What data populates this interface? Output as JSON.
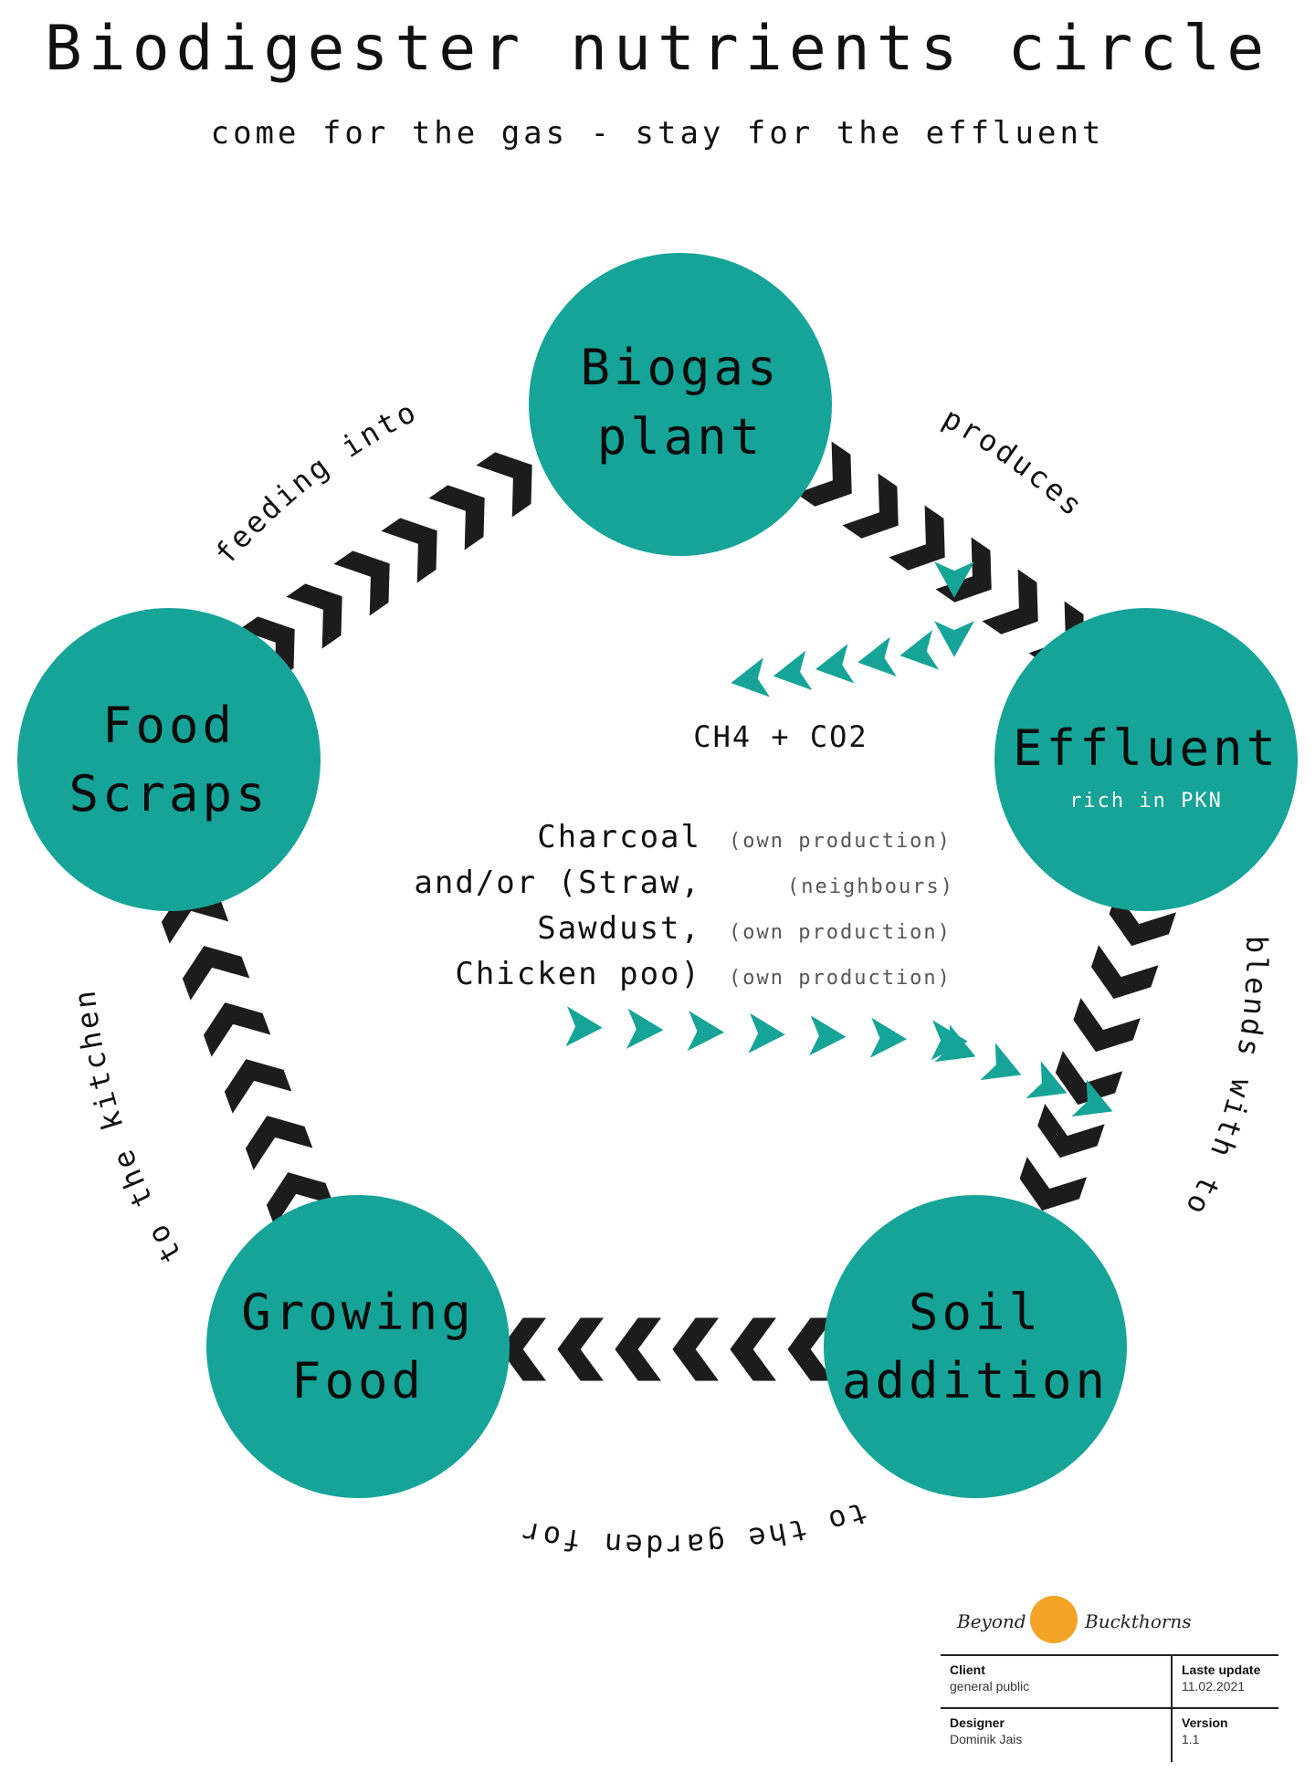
{
  "title": "Biodigester nutrients circle",
  "subtitle": "come for the gas - stay for the effluent",
  "colors": {
    "node": "#16a499",
    "arrow_dark": "#1c1c1c",
    "arrow_teal": "#16a499",
    "logo_orange": "#f4a326"
  },
  "nodes": {
    "biogas": {
      "line1": "Biogas",
      "line2": "plant"
    },
    "effluent": {
      "line1": "Effluent",
      "sub": "rich in PKN"
    },
    "soil": {
      "line1": "Soil",
      "line2": "addition"
    },
    "growing": {
      "line1": "Growing",
      "line2": "Food"
    },
    "scraps": {
      "line1": "Food",
      "line2": "Scraps"
    }
  },
  "edges": {
    "feeding": "feeding into",
    "produces": "produces",
    "blends": "blends with to",
    "garden": "to the garden for",
    "kitchen": "to the kitchen"
  },
  "gas_output": "CH4 + CO2",
  "additives": [
    {
      "name": "Charcoal",
      "source": "(own production)"
    },
    {
      "name": "and/or (Straw,",
      "source": "(neighbours)"
    },
    {
      "name": "Sawdust,",
      "source": "(own production)"
    },
    {
      "name": "Chicken poo)",
      "source": "(own production)"
    }
  ],
  "footer": {
    "logo_left": "Beyond",
    "logo_right": "Buckthorns",
    "client_label": "Client",
    "client_value": "general public",
    "update_label": "Laste update",
    "update_value": "11.02.2021",
    "designer_label": "Designer",
    "designer_value": "Dominik Jais",
    "version_label": "Version",
    "version_value": "1.1"
  }
}
